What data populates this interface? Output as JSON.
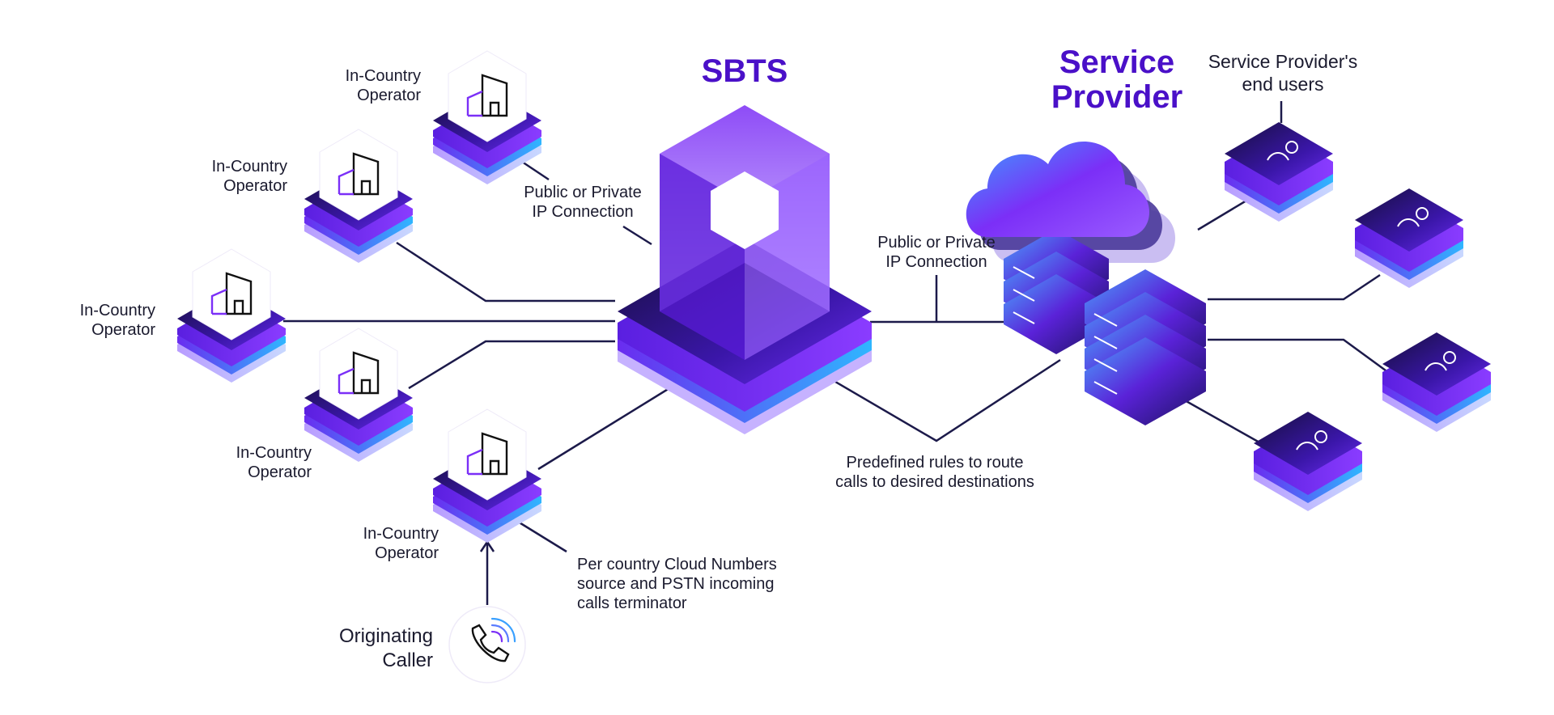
{
  "sbts": {
    "title": "SBTS"
  },
  "service_provider": {
    "title_line1": "Service",
    "title_line2": "Provider"
  },
  "end_users": {
    "line1": "Service Provider's",
    "line2": "end users"
  },
  "operators": [
    {
      "line1": "In-Country",
      "line2": "Operator"
    },
    {
      "line1": "In-Country",
      "line2": "Operator"
    },
    {
      "line1": "In-Country",
      "line2": "Operator"
    },
    {
      "line1": "In-Country",
      "line2": "Operator"
    },
    {
      "line1": "In-Country",
      "line2": "Operator"
    }
  ],
  "connection_left": {
    "line1": "Public or Private",
    "line2": "IP Connection"
  },
  "connection_right": {
    "line1": "Public or Private",
    "line2": "IP Connection"
  },
  "routing_rules": {
    "line1": "Predefined rules to route",
    "line2": "calls to desired destinations"
  },
  "cloud_numbers": {
    "line1": "Per country Cloud Numbers",
    "line2": "source and PSTN incoming",
    "line3": "calls terminator"
  },
  "caller": {
    "line1": "Originating",
    "line2": "Caller"
  },
  "colors": {
    "accent": "#4a10c8",
    "line": "#1c1a4a",
    "purple": "#7b2ff7",
    "blue": "#3aa0ff"
  },
  "icons": {
    "operator": "building-icon",
    "caller": "phone-icon",
    "user": "user-icon",
    "sbts": "hexagon-box-icon",
    "provider": "cloud-server-icon"
  }
}
